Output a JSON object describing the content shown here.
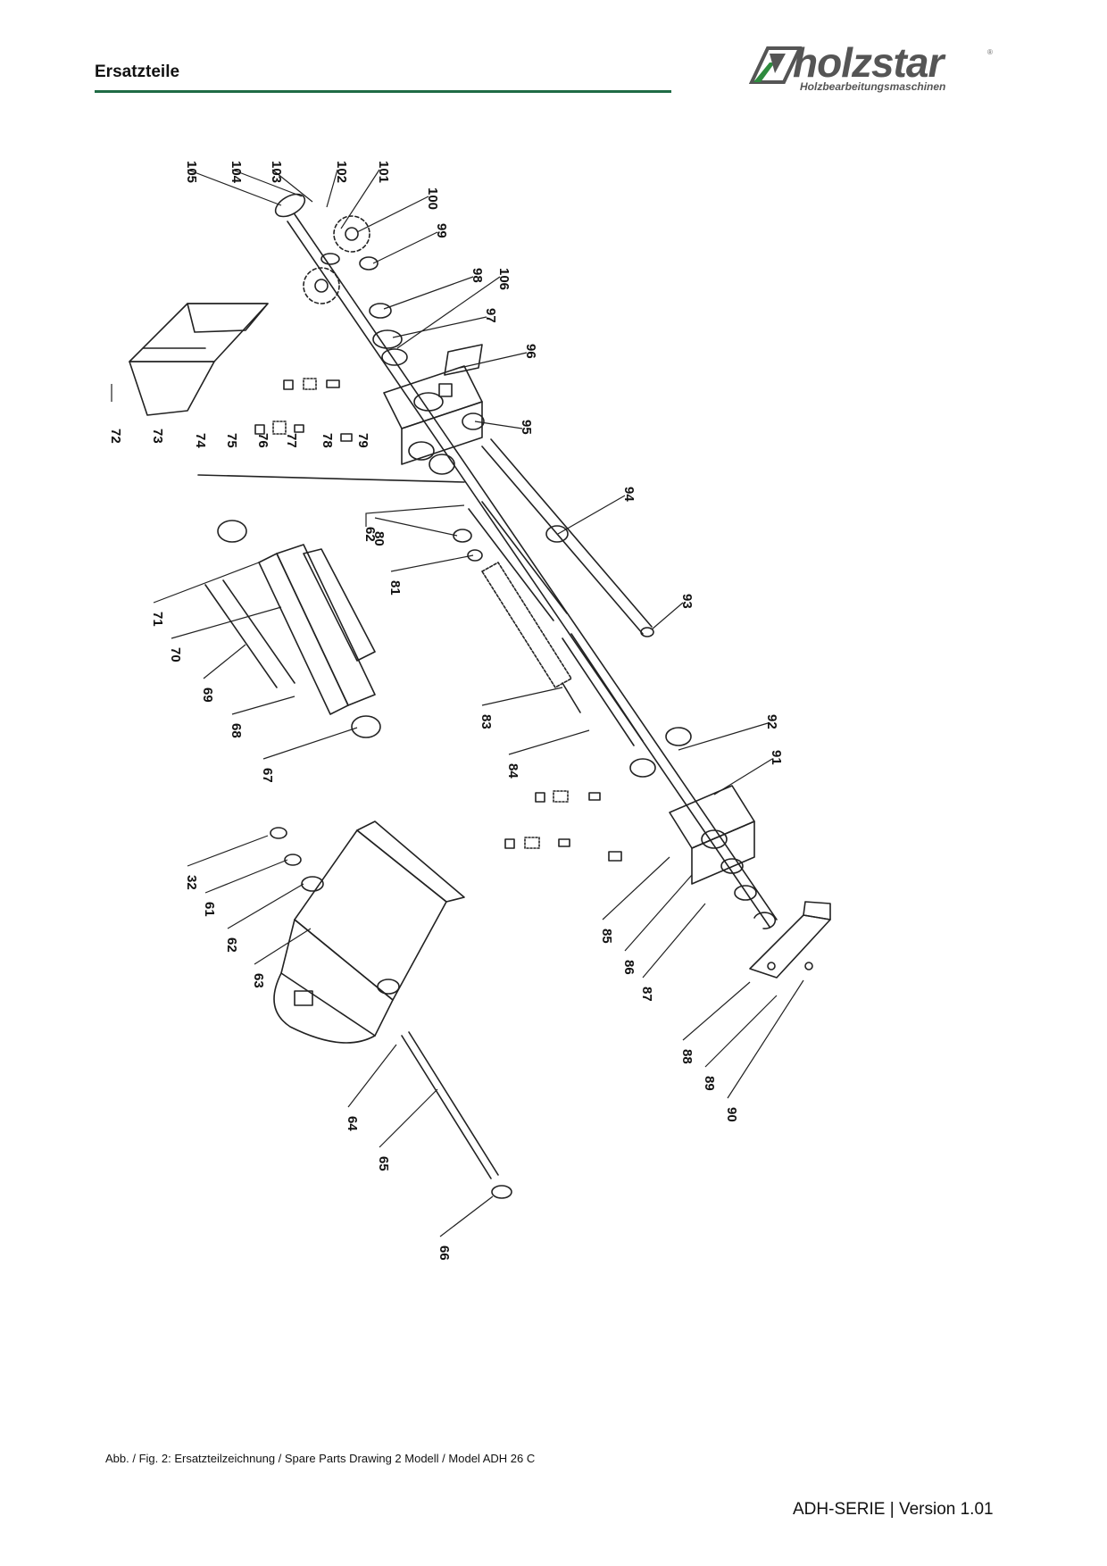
{
  "header": {
    "title": "Ersatzteile"
  },
  "logo": {
    "wordmark": "holzstar",
    "tagline": "Holzbearbeitungsmaschinen",
    "registered": "®"
  },
  "caption": "Abb. / Fig. 2: Ersatzteilzeichnung / Spare Parts Drawing 2 Modell / Model ADH 26 C",
  "footer": {
    "version": "ADH-SERIE | Version 1.01"
  },
  "part_labels": [
    "105",
    "104",
    "103",
    "102",
    "101",
    "100",
    "99",
    "98",
    "106",
    "97",
    "96",
    "95",
    "94",
    "93",
    "92",
    "91",
    "72",
    "73",
    "74",
    "75",
    "76",
    "77",
    "78",
    "79",
    "62",
    "80",
    "81",
    "83",
    "84",
    "71",
    "70",
    "69",
    "68",
    "67",
    "32",
    "61",
    "62",
    "63",
    "64",
    "65",
    "66",
    "85",
    "86",
    "87",
    "88",
    "89",
    "90"
  ],
  "colors": {
    "accent": "#1f6b45",
    "logo_green": "#2e8b3e",
    "logo_gray": "#555555"
  }
}
